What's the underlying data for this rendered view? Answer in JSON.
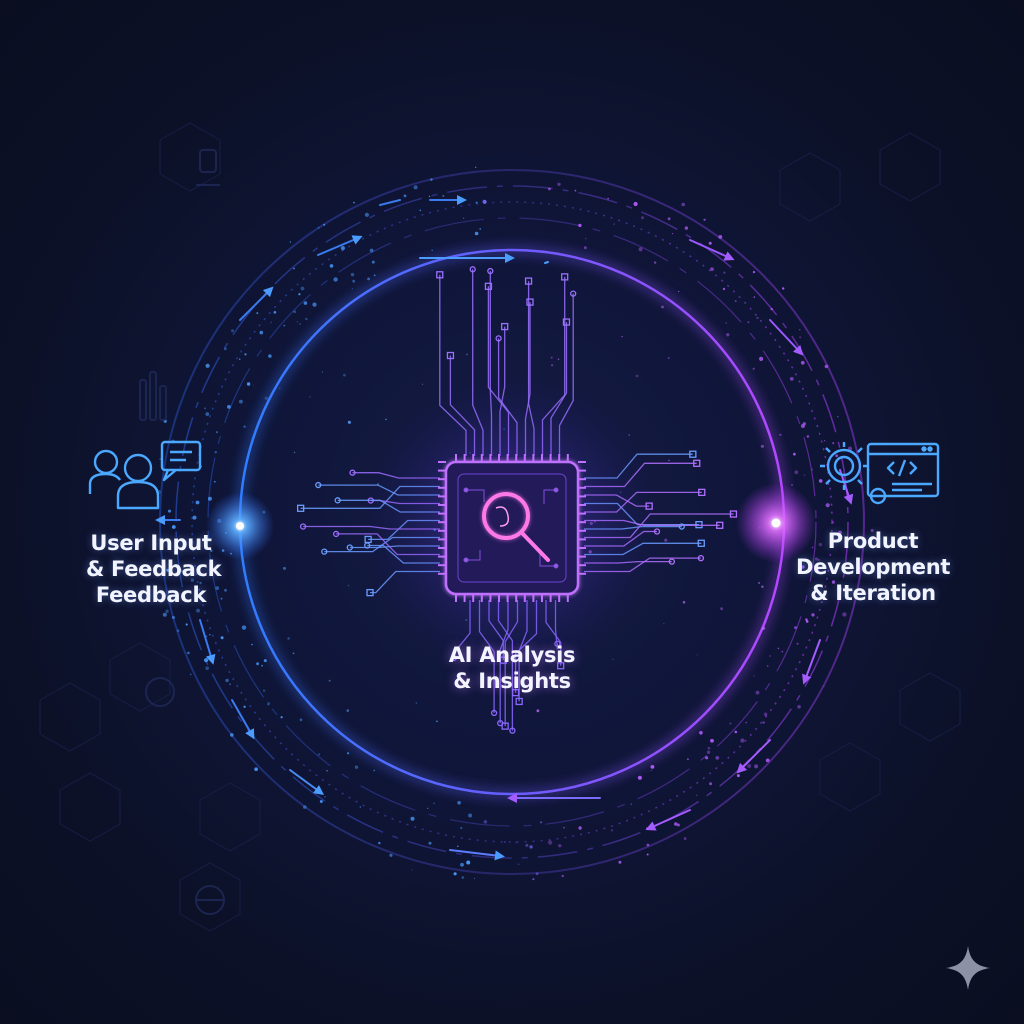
{
  "diagram": {
    "nodes": {
      "left": {
        "icon": "users-feedback-icon",
        "lines": [
          "User Input",
          "& Feedback",
          "Feedback"
        ]
      },
      "center": {
        "icon": "ai-chip-magnifier-icon",
        "lines": [
          "AI Analysis",
          "& Insights"
        ]
      },
      "right": {
        "icon": "gear-code-window-icon",
        "lines": [
          "Product",
          "Development",
          "& Iteration"
        ]
      }
    },
    "flow": "circular-loop",
    "colors": {
      "background": "#0c1126",
      "blue_accent": "#3d8bff",
      "violet_accent": "#b044ff",
      "magenta_glow": "#d63cff",
      "text": "#f2f4ff"
    },
    "watermark_icon": "sparkle-icon"
  }
}
